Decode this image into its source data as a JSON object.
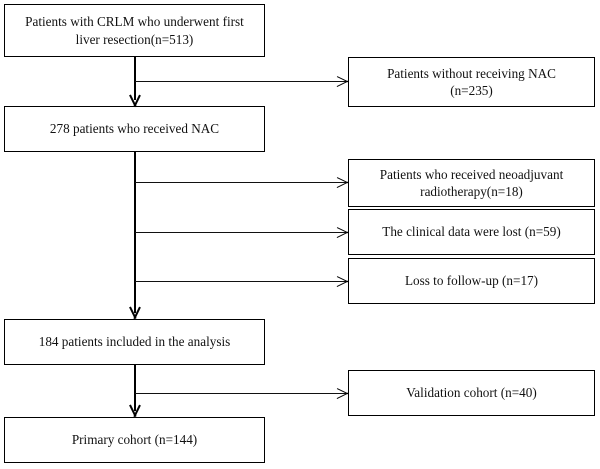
{
  "diagram": {
    "type": "flowchart",
    "title": "Patient selection flow diagram",
    "colors": {
      "box_border": "#000000",
      "box_fill": "#ffffff",
      "connector": "#000000",
      "text": "#111111"
    },
    "nodes": {
      "enrolled": {
        "label": "Patients with CRLM who underwent first\nliver resection(n=513)",
        "count": 513
      },
      "no_nac": {
        "label": "Patients without receiving NAC\n(n=235)",
        "count": 235
      },
      "received_nac": {
        "label": "278 patients who received NAC",
        "count": 278
      },
      "excl_radiotherapy": {
        "label": "Patients who received neoadjuvant\nradiotherapy(n=18)",
        "count": 18
      },
      "excl_data_lost": {
        "label": "The clinical data were lost (n=59)",
        "count": 59
      },
      "excl_followup": {
        "label": "Loss to follow-up (n=17)",
        "count": 17
      },
      "included": {
        "label": "184 patients included in the analysis",
        "count": 184
      },
      "validation": {
        "label": "Validation cohort (n=40)",
        "count": 40
      },
      "primary": {
        "label": "Primary cohort (n=144)",
        "count": 144
      }
    },
    "connectors": [
      {
        "name": "enrolled-to-received-nac",
        "kind": "arrow-down"
      },
      {
        "name": "enrolled-to-no-nac",
        "kind": "arrow-right"
      },
      {
        "name": "received-nac-to-excl-radiotherapy",
        "kind": "arrow-right"
      },
      {
        "name": "received-nac-to-excl-data-lost",
        "kind": "arrow-right"
      },
      {
        "name": "received-nac-to-excl-followup",
        "kind": "arrow-right"
      },
      {
        "name": "received-nac-to-included",
        "kind": "arrow-down"
      },
      {
        "name": "included-to-validation",
        "kind": "arrow-right"
      },
      {
        "name": "included-to-primary",
        "kind": "arrow-down"
      }
    ]
  }
}
